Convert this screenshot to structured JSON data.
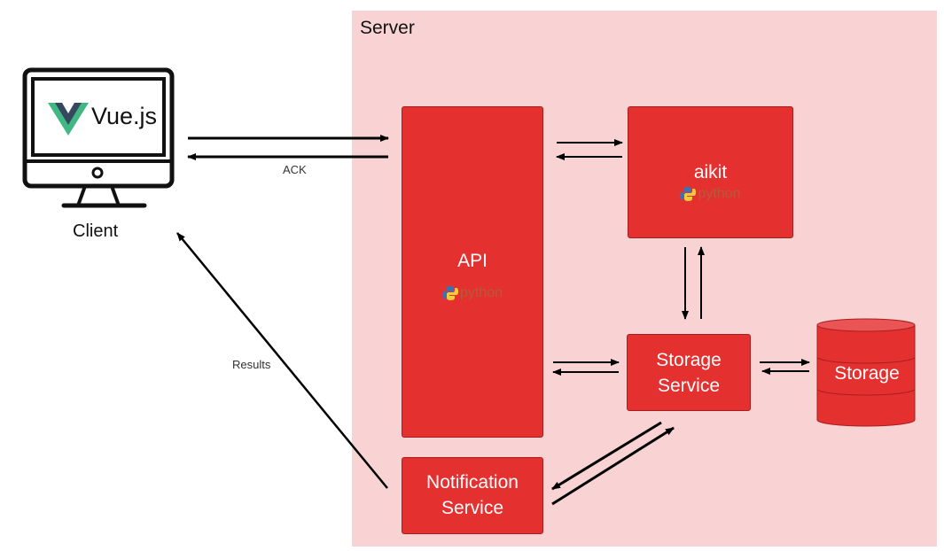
{
  "server": {
    "title": "Server"
  },
  "client": {
    "label": "Client",
    "framework_logo_text": "Vue.js"
  },
  "nodes": {
    "api": {
      "label": "API",
      "runtime": "python"
    },
    "aikit": {
      "label": "aikit",
      "runtime": "python"
    },
    "storage_service": {
      "label_line1": "Storage",
      "label_line2": "Service"
    },
    "notification_service": {
      "label_line1": "Notification",
      "label_line2": "Service"
    },
    "storage_db": {
      "label": "Storage"
    }
  },
  "edges": {
    "ack_label": "ACK",
    "results_label": "Results"
  },
  "colors": {
    "server_bg": "#f9d3d3",
    "node_fill": "#e53030",
    "vue_green": "#41b883",
    "vue_dark": "#35495e"
  }
}
